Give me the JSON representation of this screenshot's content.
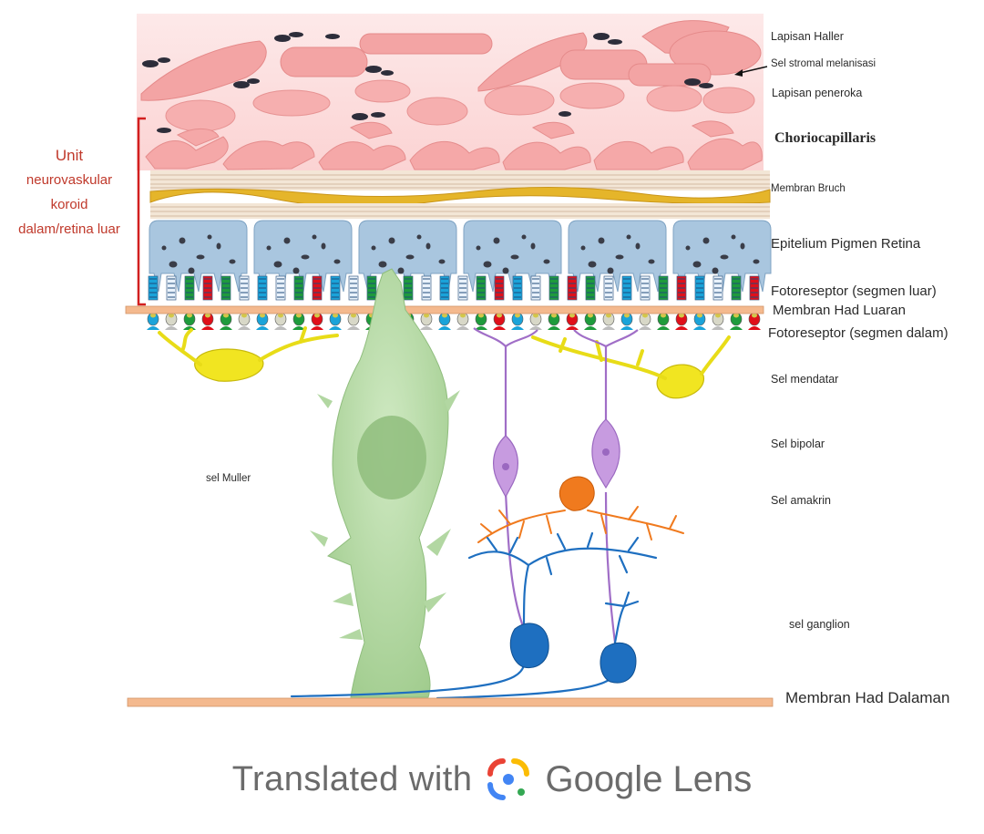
{
  "labels": {
    "haller": "Lapisan Haller",
    "stromal": "Sel stromal melanisasi",
    "peneroka": "Lapisan peneroka",
    "chorio": "Choriocapillaris",
    "bruch": "Membran Bruch",
    "rpe": "Epitelium Pigmen Retina",
    "photo_outer": "Fotoreseptor (segmen luar)",
    "olm": "Membran Had Luaran",
    "photo_inner": "Fotoreseptor (segmen dalam)",
    "horizontal": "Sel mendatar",
    "bipolar": "Sel bipolar",
    "amacrine": "Sel amakrin",
    "muller": "sel Muller",
    "ganglion": "sel ganglion",
    "ilm": "Membran Had Dalaman"
  },
  "unit": {
    "line1": "Unit",
    "line2": "neurovaskular",
    "line3": "koroid",
    "line4": "dalam/retina luar"
  },
  "footer": {
    "translated_with": "Translated with",
    "product": "Google Lens"
  },
  "colors": {
    "vessel": "#f4a7a7",
    "choroid_bg": "#fde4e4",
    "bruch_gold": "#e5b52a",
    "rpe": "#a9c6df",
    "muller": "#b9dca9",
    "bipolar": "#c79be0",
    "amacrine": "#f07a1e",
    "ganglion": "#1e6fc0",
    "horizontal": "#f0e41e",
    "membrane": "#f4b98e",
    "unit_text": "#c0392b"
  }
}
